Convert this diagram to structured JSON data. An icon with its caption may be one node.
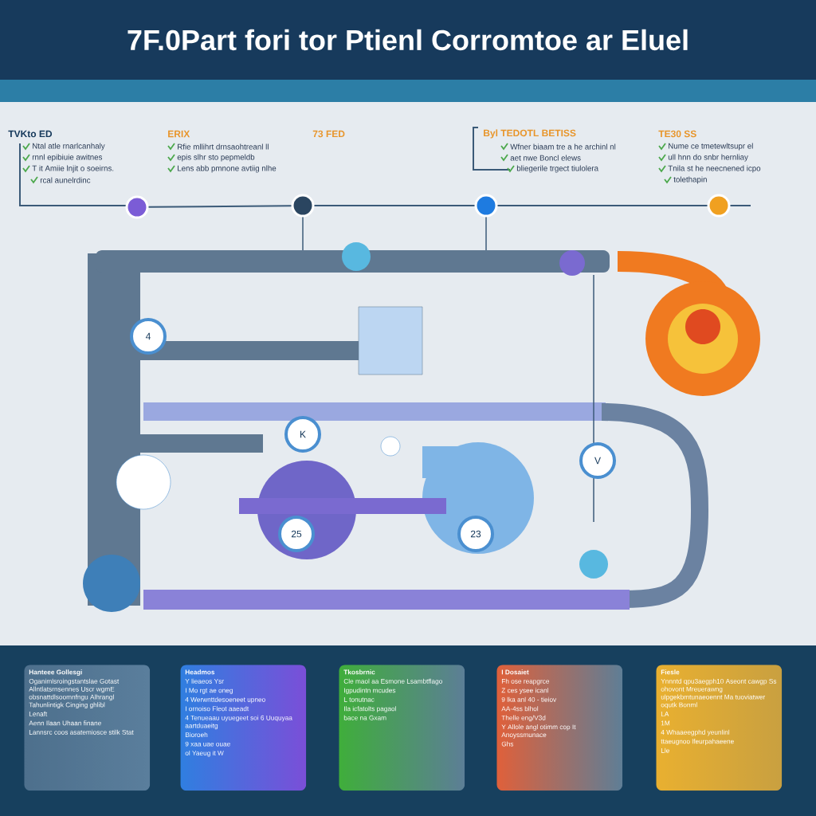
{
  "diagram": {
    "title": "7F.0Part fori tor Ptienl Corromtoe ar Eluel",
    "nodes": [
      {
        "text": [],
        "shape": "circle"
      },
      {
        "text": [],
        "shape": "circle"
      },
      {
        "text": [],
        "shape": "circle"
      },
      {
        "text": [],
        "shape": "circle"
      },
      {
        "text": [
          "4"
        ]
      },
      {
        "text": [
          "K"
        ]
      },
      {
        "text": [
          "25"
        ]
      },
      {
        "text": [
          "23"
        ]
      },
      {
        "text": [
          "V"
        ]
      },
      {
        "text": [
          "Hanteee Gollesgi",
          "Oganimlsroingstantslae Gotast Allntlatsrnsennes Uscr wgmE obsnattdlsoomnfngu Alhrangl Tahunlintigk Cinging ghlibl",
          "Lenaft",
          "Aenn Ilaan Uhaan finane",
          "Lannsrc coos asatemiosce stilk Stat"
        ]
      },
      {
        "text": [
          "Headmos",
          "Y lieaeos Ysr",
          "I Mo rgt ae oneg",
          "4 Werwnttdesoeneet upneo",
          "I ornoiso Fleot aaeadt",
          "4 Tenueaau uyuegeet soi 6 Uuquyaa aartduaeitg",
          "Bioroeh",
          "9 xaa uae ouae",
          "ol Yaeug it W"
        ]
      },
      {
        "text": [
          "Tkosbrnic",
          "Cle maol aa Esmone Lsambtflago",
          "Igpudintn mcudes",
          "L tonutnac",
          "Ila icfatolts pagaol",
          "bace na Gxam"
        ]
      },
      {
        "text": [
          "I Dosaiet",
          "Fh ose reapgrce",
          "Z ces ysee icanl",
          "9 lka anl 40 - tieiov",
          "AA-4ss blhol",
          "Thelle eng/V3d",
          "Y Allole angl otimm cop It Anoyssmunace",
          "Ghs"
        ]
      },
      {
        "text": [
          "Fiesle",
          "Ynnntd qpu3aegph10 Aseont cawgp Ss ohovont Mreuerawng ulpgekbmtunaeoennt Ma tuoviatwer oqutk Bonml",
          "LA",
          "1M",
          "4 Whaaeegphd yeunlinl",
          "ttaeugnoo lfeurpahaeene",
          "Lle"
        ]
      }
    ],
    "edges": [
      {
        "from": 0,
        "to": 1,
        "arrow": "none"
      },
      {
        "from": 1,
        "to": 2,
        "arrow": "none"
      },
      {
        "from": 2,
        "to": 3,
        "arrow": "none"
      }
    ],
    "labels": [
      "TVKto ED",
      "Ntal atle rnarlcanhaly",
      "rnnl epibiuie awitnes",
      "T it Amiie lnjit o soeirns.",
      "rcal aunelrdinc",
      "ERIX",
      "Rfie mllihrt drnsaohtreanl ll",
      "epis slhr sto pepmeldb",
      "Lens abb pmnone avtiig nlhe",
      "73 FED",
      "Byl TEDOTL BETISS",
      "Wfner biaam tre a he archinl nl",
      "aet nwe Boncl elews",
      "bliegerile trgect tiulolera",
      "TE30 SS",
      "Nume ce tmetewltsupr el",
      "ull hnn do snbr hernliay",
      "Tnila st he neecnened icpo",
      "tolethapin"
    ]
  }
}
